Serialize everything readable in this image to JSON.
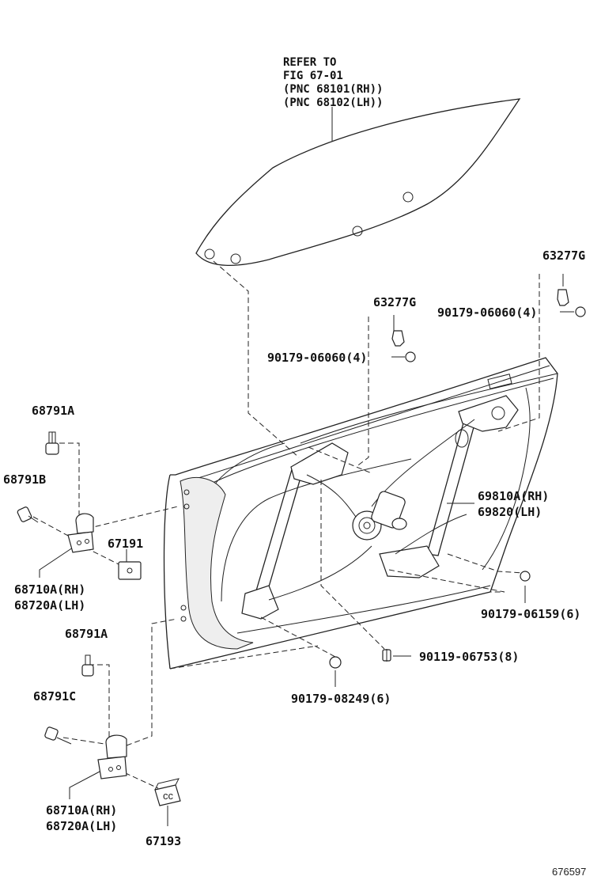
{
  "refer_note": {
    "line1": "REFER TO",
    "line2": "FIG 67-01",
    "line3": "(PNC 68101(RH))",
    "line4": "(PNC 68102(LH))"
  },
  "labels": {
    "p63277g_upper": "63277G",
    "p63277g_mid": "63277G",
    "p90179_06060_upper": "90179-06060(4)",
    "p90179_06060_mid": "90179-06060(4)",
    "p68791a_upper": "68791A",
    "p68791b": "68791B",
    "p67191": "67191",
    "p68710a_upper": "68710A(RH)",
    "p68720a_upper": "68720A(LH)",
    "p69810a": "69810A(RH)",
    "p69820": "69820(LH)",
    "p90179_06159": "90179-06159(6)",
    "p90119_06753": "90119-06753(8)",
    "p90179_08249": "90179-08249(6)",
    "p68791a_lower": "68791A",
    "p68791c": "68791C",
    "p68710a_lower": "68710A(RH)",
    "p68720a_lower": "68720A(LH)",
    "p67193": "67193"
  },
  "illustration_id": "676597"
}
